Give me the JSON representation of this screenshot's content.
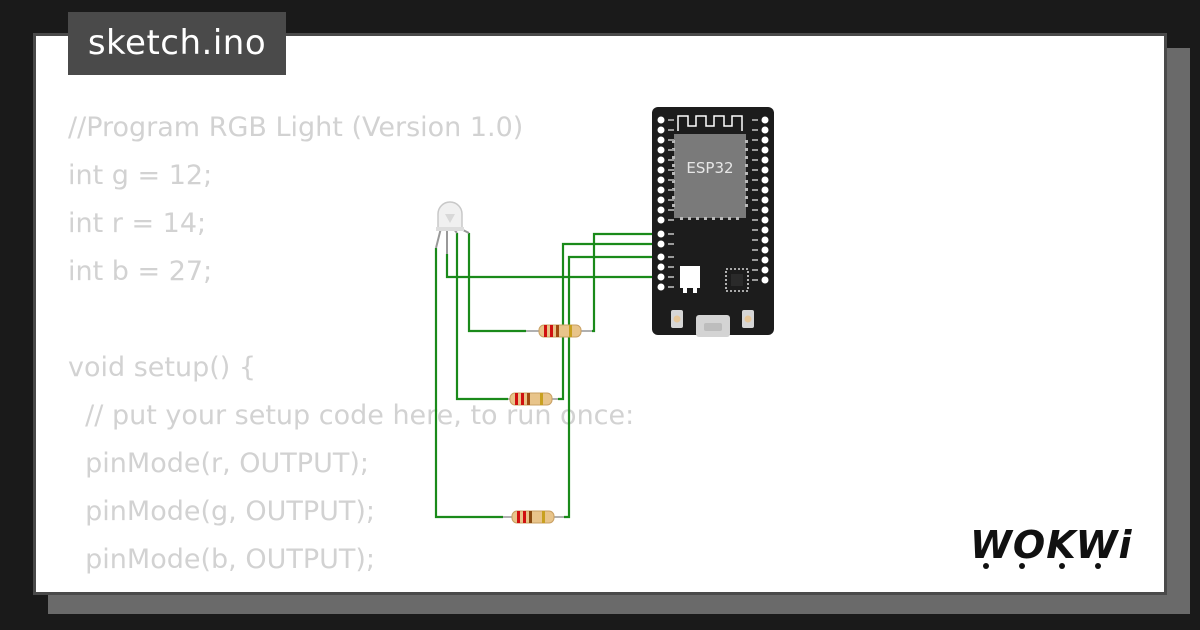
{
  "tab": {
    "filename": "sketch.ino"
  },
  "code_lines": [
    "//Program RGB Light (Version 1.0)",
    "int g = 12;",
    "int r = 14;",
    "int b = 27;",
    "",
    "void setup() {",
    "  // put your setup code here, to run once:",
    "  pinMode(r, OUTPUT);",
    "  pinMode(g, OUTPUT);",
    "  pinMode(b, OUTPUT);",
    "}"
  ],
  "board": {
    "label": "ESP32",
    "color": "#1c1c1c",
    "chip_color": "#7a7a7a"
  },
  "wire_color": "#1a8a1a",
  "logo": {
    "text": "WOKWi"
  },
  "icons": {
    "led": "rgb-led-icon",
    "resistor": "resistor-icon",
    "board": "esp32-board-icon"
  }
}
